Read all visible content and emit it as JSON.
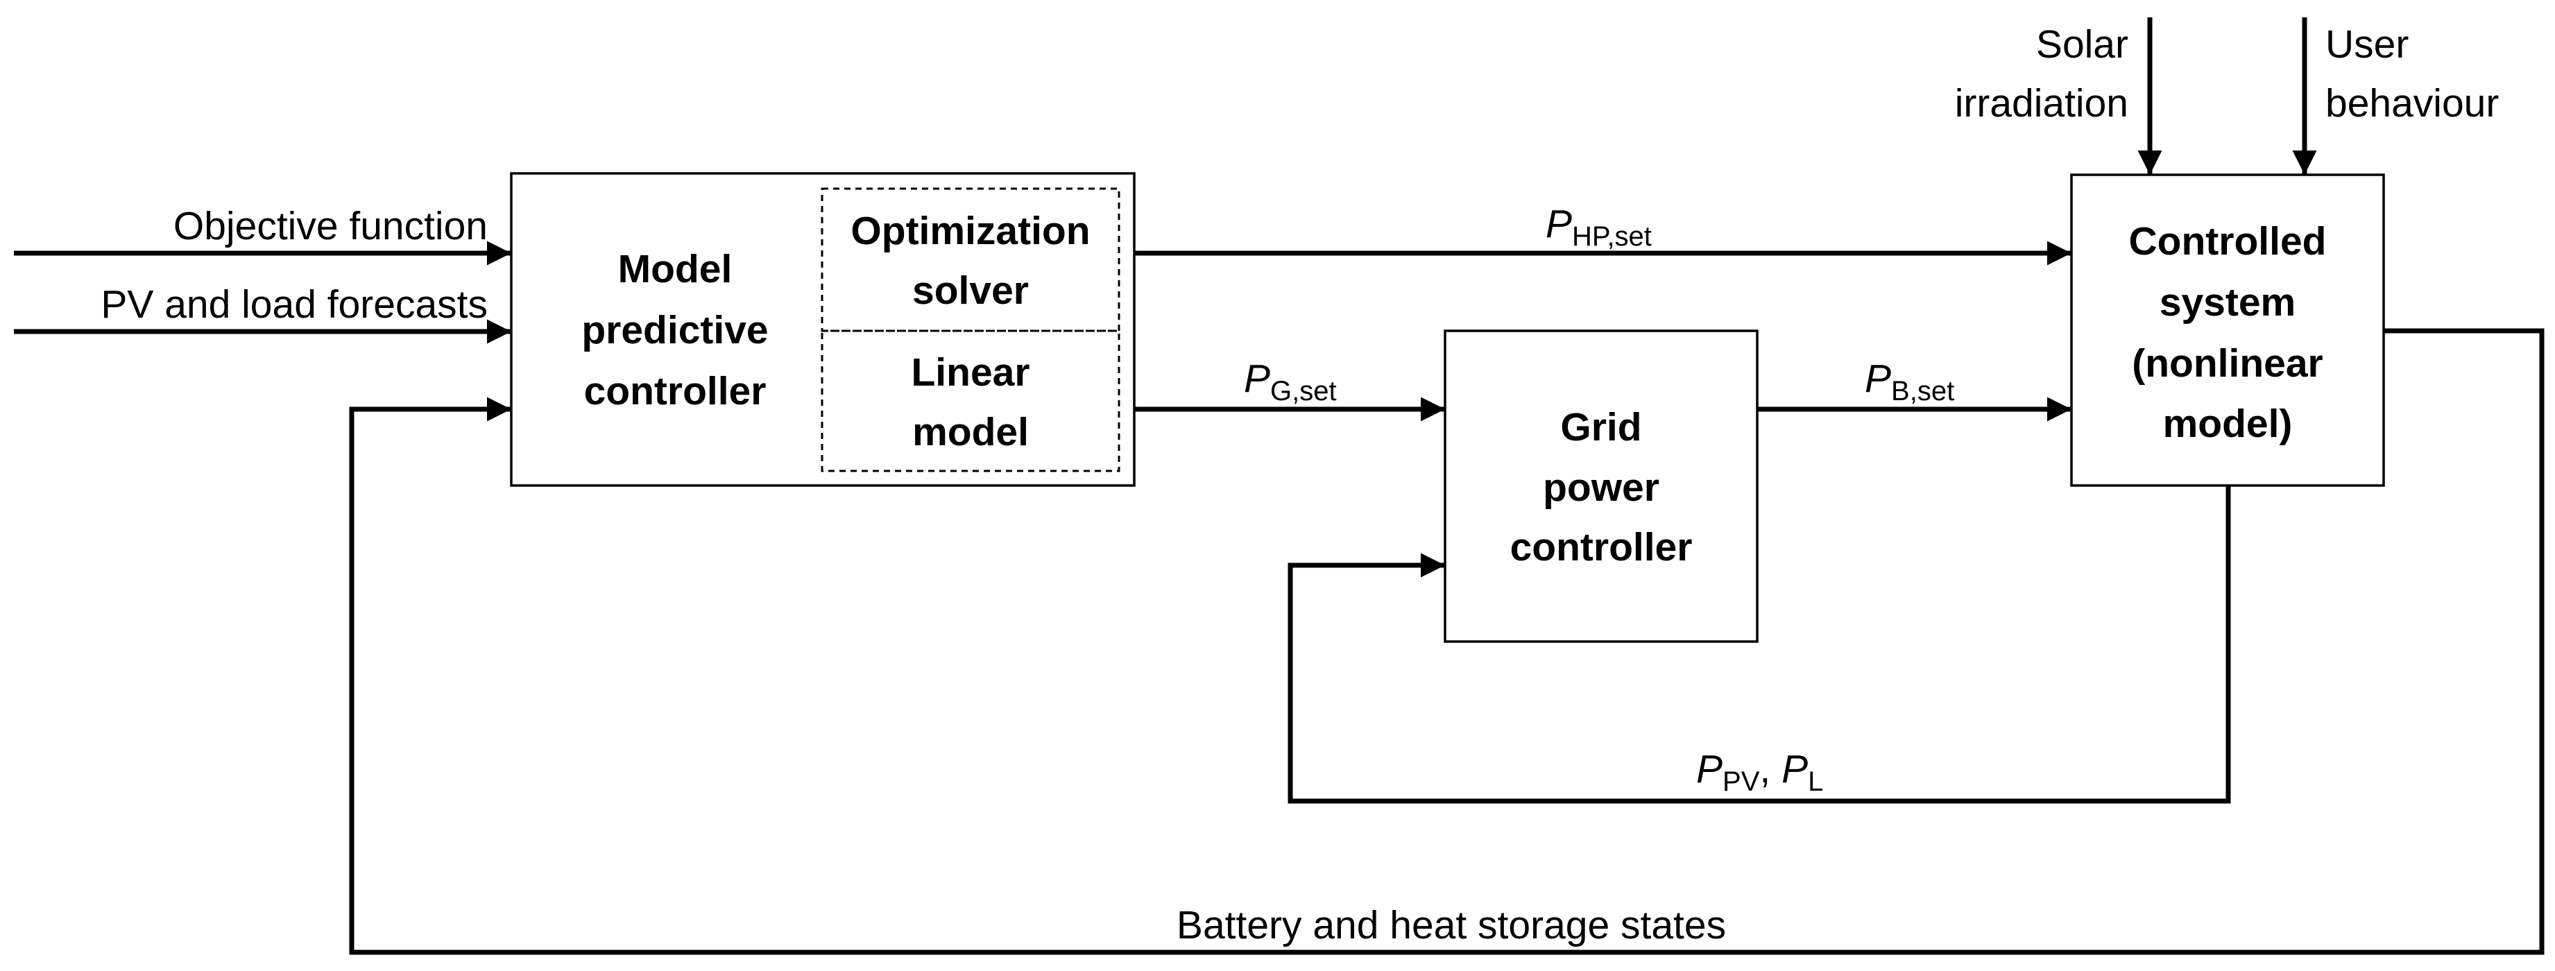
{
  "blocks": {
    "mpc": {
      "line1": "Model",
      "line2": "predictive",
      "line3": "controller"
    },
    "solver": {
      "line1": "Optimization",
      "line2": "solver"
    },
    "linear_model": {
      "line1": "Linear",
      "line2": "model"
    },
    "grid_controller": {
      "line1": "Grid",
      "line2": "power",
      "line3": "controller"
    },
    "controlled_system": {
      "line1": "Controlled",
      "line2": "system",
      "line3": "(nonlinear",
      "line4": "model)"
    }
  },
  "inputs": {
    "objective": "Objective function",
    "forecasts": "PV and load forecasts",
    "solar_line1": "Solar",
    "solar_line2": "irradiation",
    "user_line1": "User",
    "user_line2": "behaviour"
  },
  "signals": {
    "p_hp_set": {
      "symbol": "P",
      "subscript": "HP,set"
    },
    "p_g_set": {
      "symbol": "P",
      "subscript": "G,set"
    },
    "p_b_set": {
      "symbol": "P",
      "subscript": "B,set"
    },
    "p_pv": {
      "symbol": "P",
      "subscript": "PV",
      "separator": ","
    },
    "p_l": {
      "symbol": "P",
      "subscript": "L"
    },
    "storage_states": "Battery and heat storage states"
  }
}
